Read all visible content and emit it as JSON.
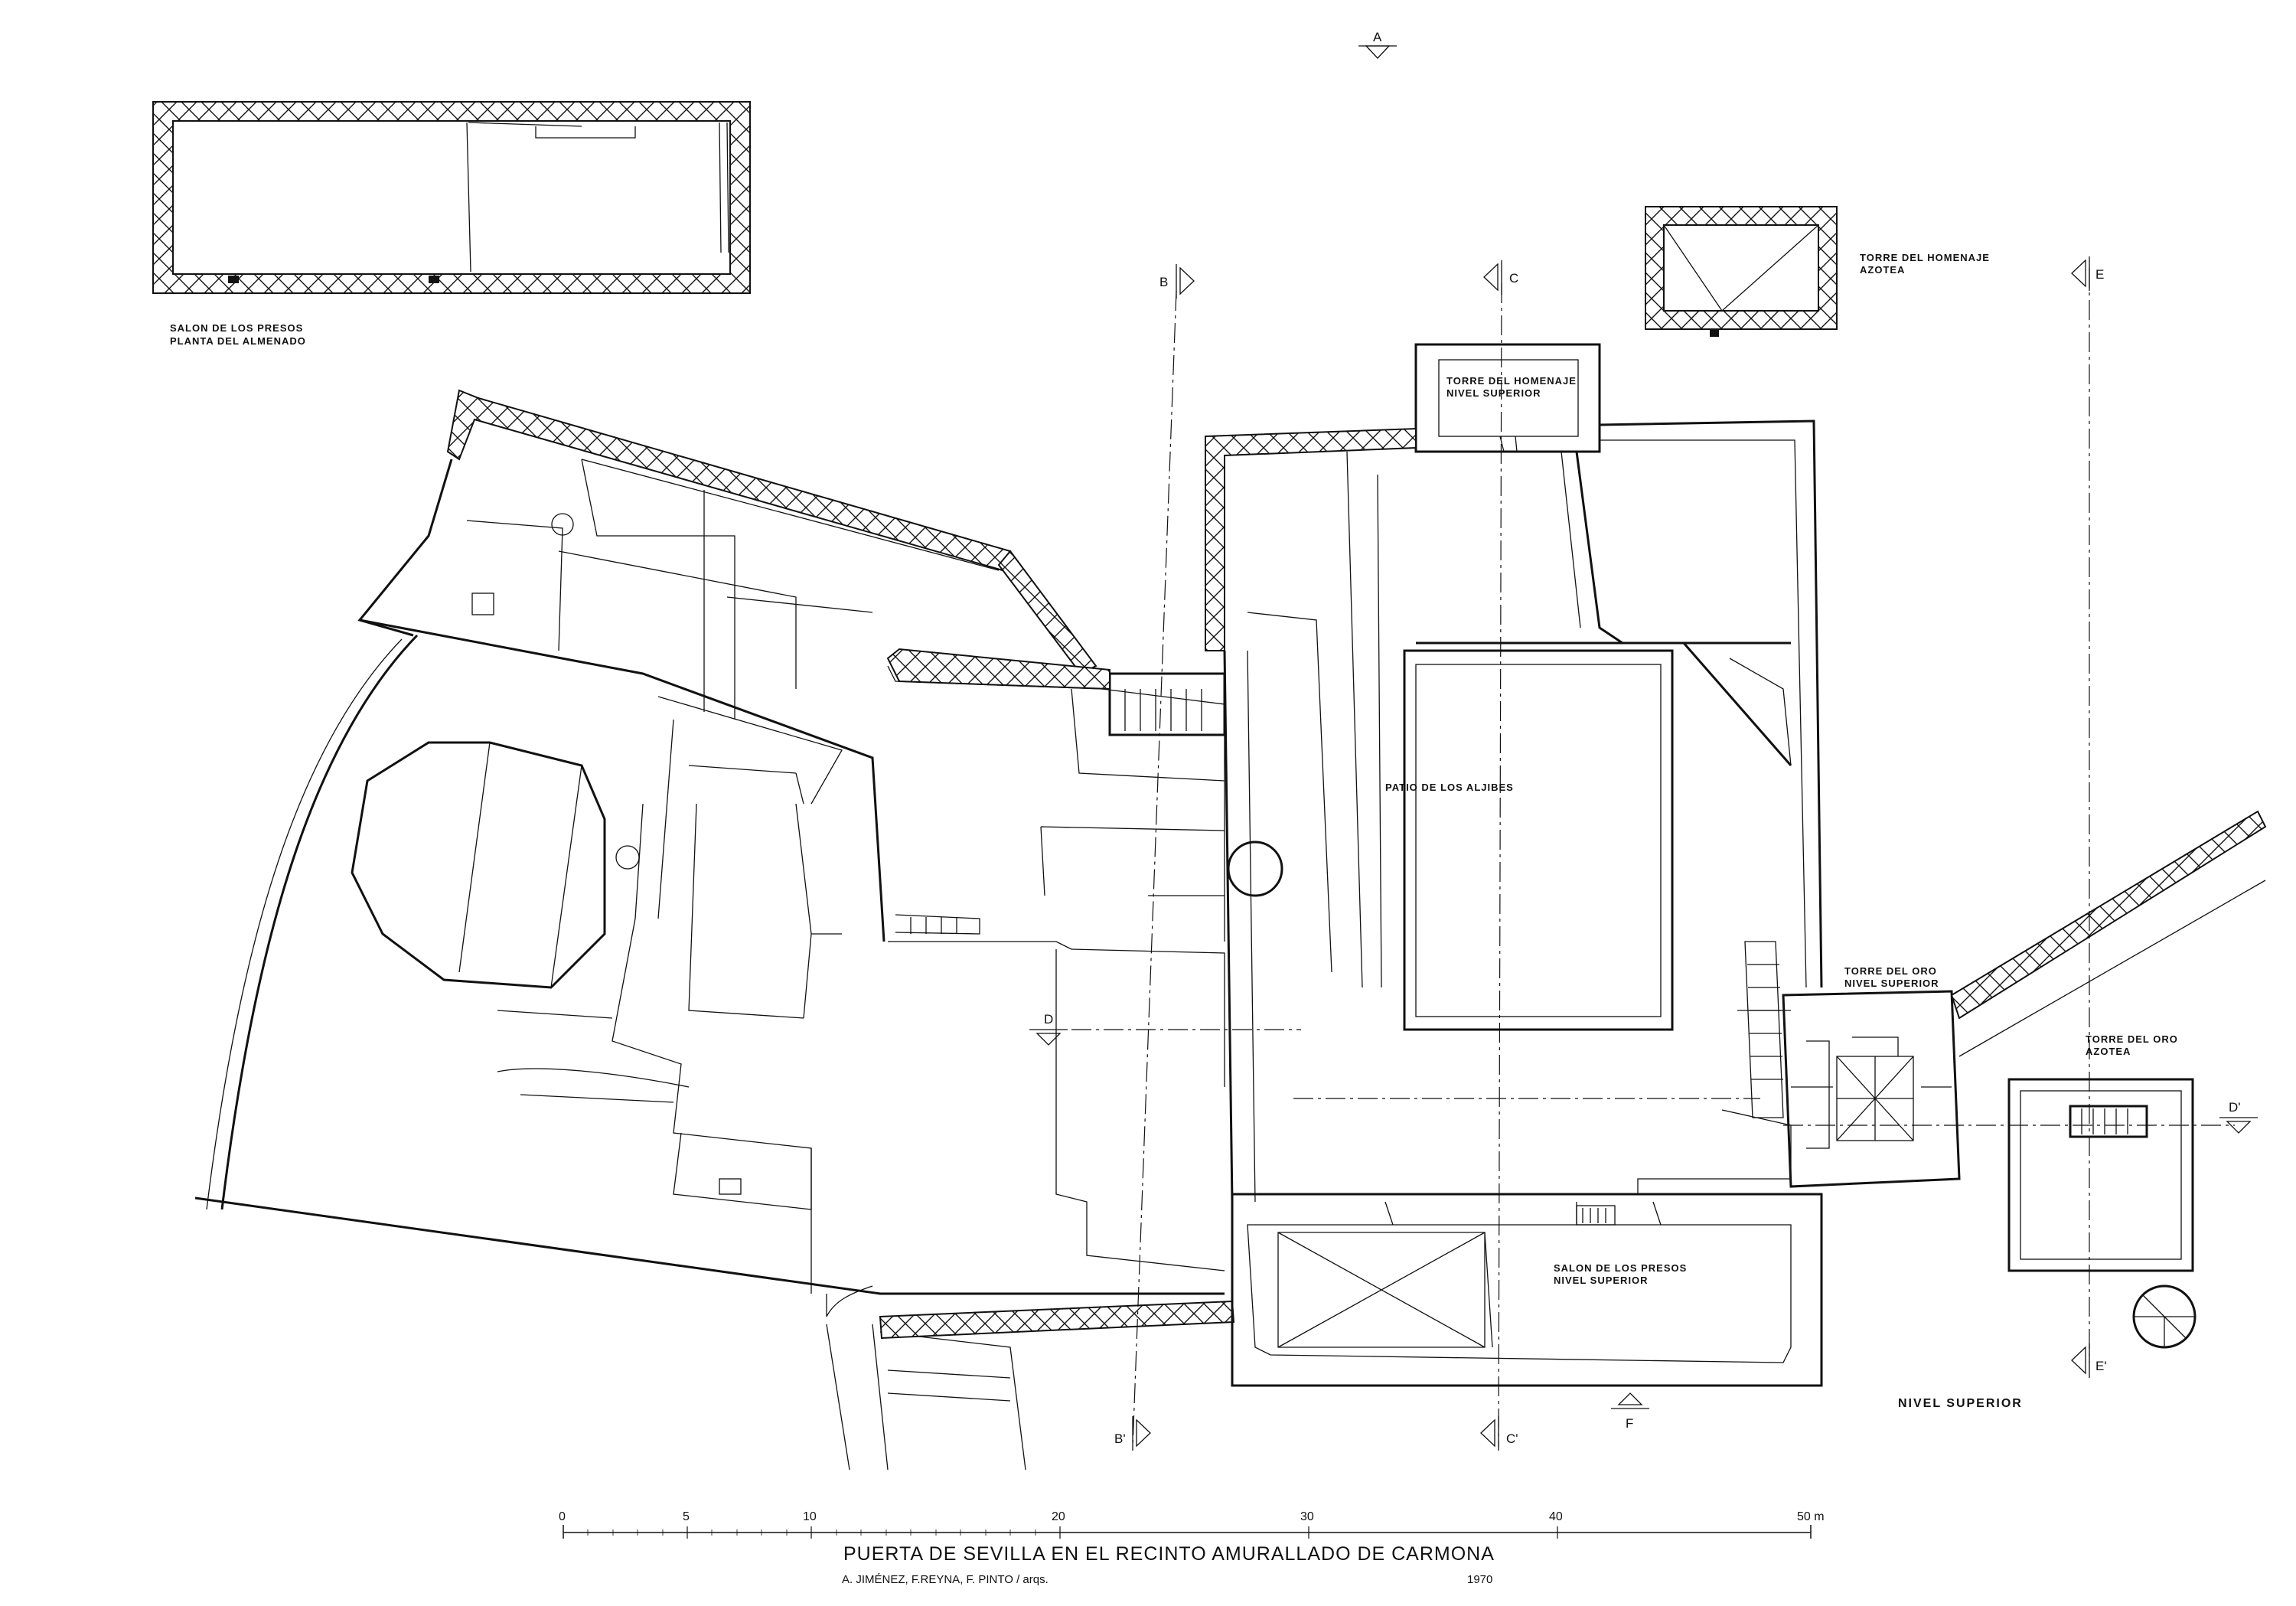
{
  "title": "PUERTA DE SEVILLA EN EL RECINTO AMURALLADO DE CARMONA",
  "authors": "A. JIMÉNEZ, F.REYNA, F. PINTO / arqs.",
  "year": "1970",
  "level": "NIVEL SUPERIOR",
  "labels": {
    "salon_almenado_1": "SALON DE LOS PRESOS",
    "salon_almenado_2": "PLANTA DEL ALMENADO",
    "homenaje_azotea_1": "TORRE DEL HOMENAJE",
    "homenaje_azotea_2": "AZOTEA",
    "homenaje_superior_1": "TORRE DEL HOMENAJE",
    "homenaje_superior_2": "NIVEL SUPERIOR",
    "patio": "PATIO DE LOS ALJIBES",
    "oro_superior_1": "TORRE DEL ORO",
    "oro_superior_2": "NIVEL SUPERIOR",
    "oro_azotea_1": "TORRE DEL ORO",
    "oro_azotea_2": "AZOTEA",
    "salon_superior_1": "SALON DE LOS PRESOS",
    "salon_superior_2": "NIVEL SUPERIOR"
  },
  "section_marks": {
    "a": "A",
    "b": "B",
    "b2": "B'",
    "c": "C",
    "c2": "C'",
    "d": "D",
    "d2": "D'",
    "e": "E",
    "e2": "E'",
    "f": "F"
  },
  "scale": {
    "unit_label": "50 m",
    "ticks": [
      "0",
      "5",
      "10",
      "20",
      "30",
      "40"
    ]
  }
}
